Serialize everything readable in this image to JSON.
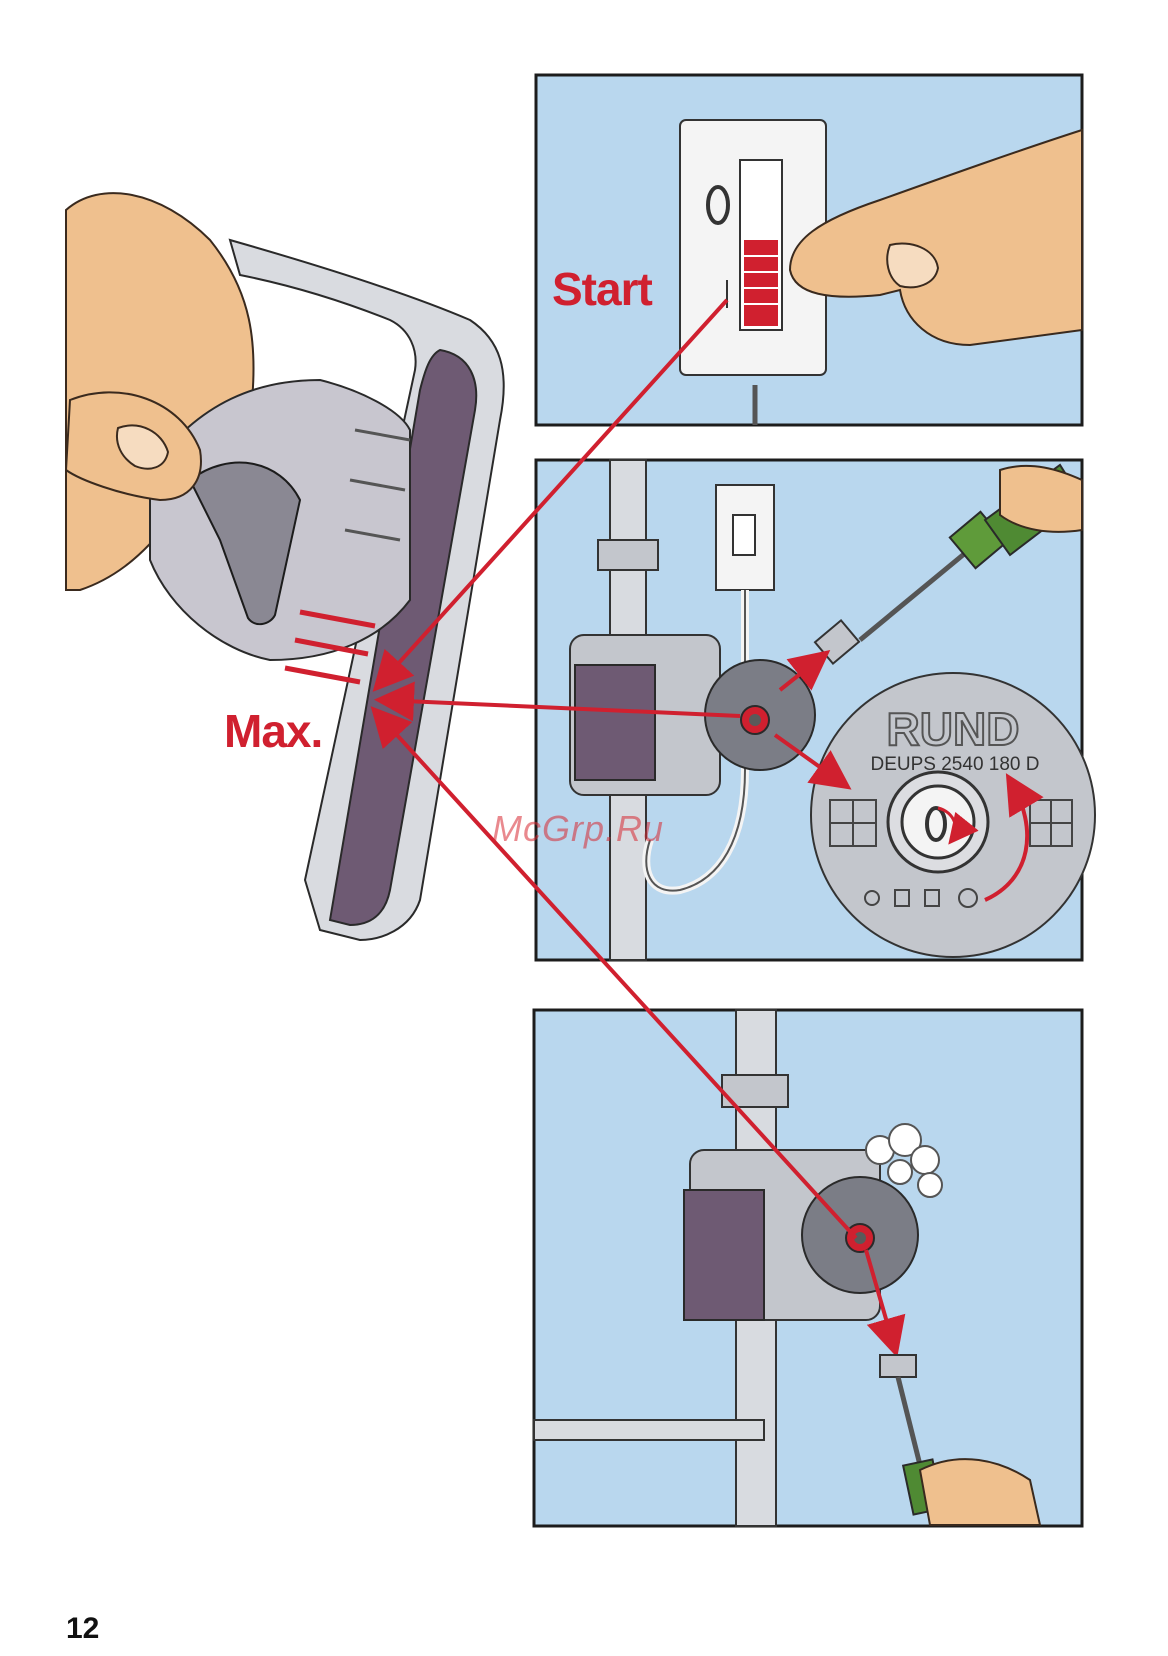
{
  "labels": {
    "start": "Start",
    "max": "Max."
  },
  "dial_text": "RUND",
  "model_text": "DEUPS 2540 180 D",
  "watermark": "McGrp.Ru",
  "page_number": "12",
  "colors": {
    "accent_red": "#d0202f",
    "panel_blue": "#b9d7ee",
    "iron_purple": "#6e5a73",
    "skin": "#efc08e"
  },
  "icons": {
    "switch": "wall-switch-icon",
    "iron": "iron-steam-dial-icon",
    "pump": "circulation-pump-icon",
    "screwdriver": "screwdriver-icon"
  }
}
